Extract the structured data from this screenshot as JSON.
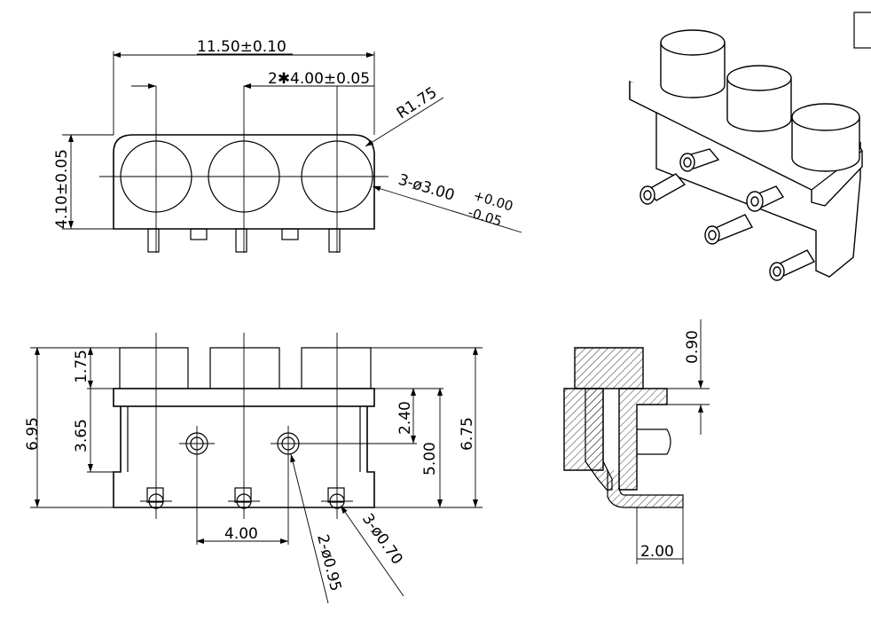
{
  "labels": {
    "width_overall": "11.50±0.10",
    "pitch_top": "2✱4.00±0.05",
    "radius": "R1.75",
    "height_front": "4.10±0.05",
    "hole_dia_main": "3-ø3.00",
    "hole_tol_plus": "+0.00",
    "hole_tol_minus": "-0.05",
    "height_total": "6.95",
    "height_upper": "1.75",
    "height_mid": "3.65",
    "pin_offset": "2.40",
    "body_height": "5.00",
    "overall_right": "6.75",
    "pitch_bottom": "4.00",
    "post_dia": "2-ø0.95",
    "pin_dia": "3-ø0.70",
    "side_top": "0.90",
    "side_bottom": "2.00"
  }
}
